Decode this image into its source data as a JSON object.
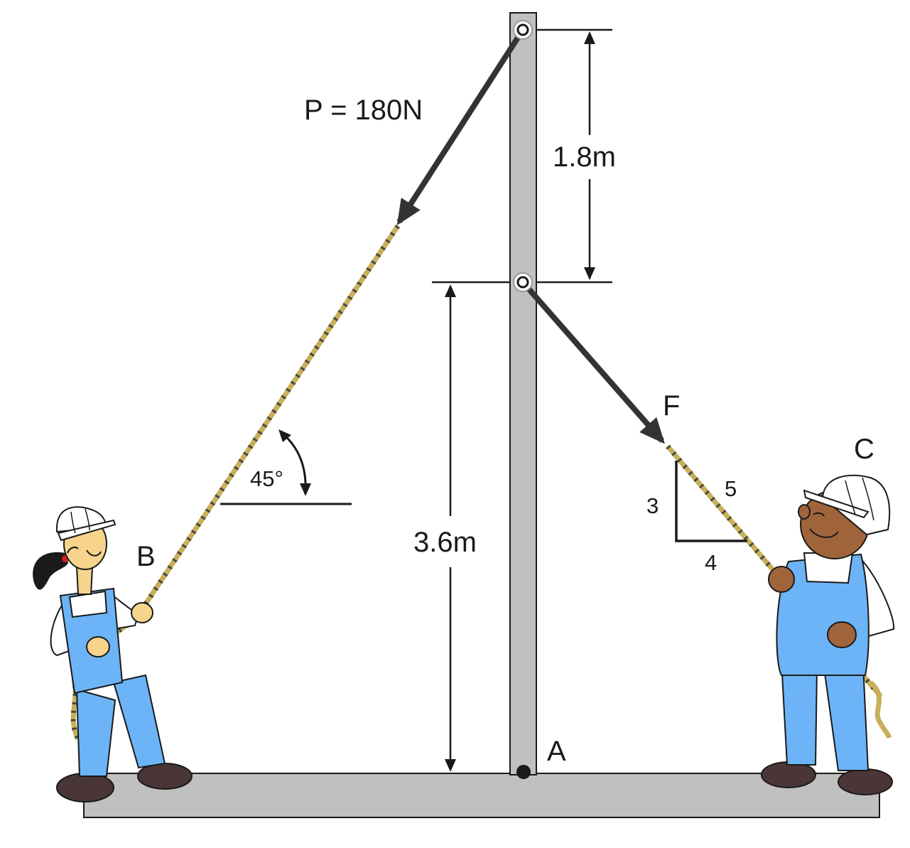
{
  "labels": {
    "force_p": "P = 180N",
    "upper_span": "1.8m",
    "lower_span": "3.6m",
    "angle": "45°",
    "force_f": "F",
    "point_a": "A",
    "point_b": "B",
    "point_c": "C",
    "slope_rise": "3",
    "slope_run": "4",
    "slope_hyp": "5"
  },
  "colors": {
    "pole": "#c0c0c0",
    "outline": "#1a1a1a",
    "rope": "#c8b05a",
    "rope_stripe": "#4a4a3a",
    "overalls": "#6cb4f7",
    "helmet": "#ffffff",
    "skin_b": "#f7d48c",
    "skin_c": "#a0643a",
    "shoe": "#4a3636"
  }
}
